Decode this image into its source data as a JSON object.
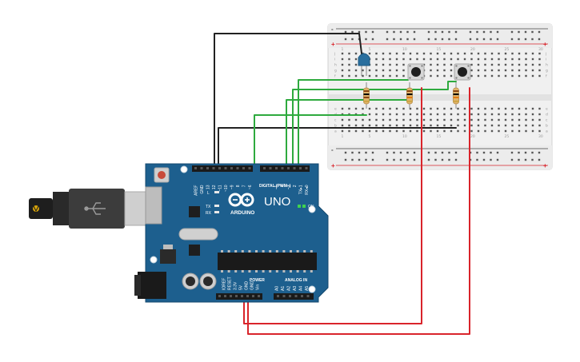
{
  "board": {
    "logo_text": "ARDUINO",
    "model": "UNO",
    "digital_header": "DIGITAL (PWM~)",
    "power_header": "POWER",
    "analog_header": "ANALOG IN",
    "on_label": "ON",
    "l_label": "L",
    "tx_label": "TX",
    "rx_label": "RX",
    "top_pins": [
      "AREF",
      "GND",
      "13",
      "12",
      "~11",
      "~10",
      "~9",
      "8",
      "7",
      "~6",
      "~5",
      "4",
      "~3",
      "2",
      "TX▸1",
      "RX◂0"
    ],
    "power_pins": [
      "IOREF",
      "RESET",
      "3.3V",
      "5V",
      "GND",
      "GND",
      "Vin"
    ],
    "analog_pins": [
      "A0",
      "A1",
      "A2",
      "A3",
      "A4",
      "A5"
    ]
  },
  "breadboard": {
    "columns": 30,
    "column_labels": [
      "1",
      "5",
      "10",
      "15",
      "20",
      "25",
      "30"
    ],
    "row_labels_top": [
      "j",
      "i",
      "h",
      "g",
      "f"
    ],
    "row_labels_bottom": [
      "e",
      "d",
      "c",
      "b",
      "a"
    ],
    "rail_plus": "+",
    "rail_minus": "-"
  },
  "colors": {
    "board": "#1d5f8e",
    "breadboard": "#efefef",
    "wire_black": "#222222",
    "wire_green": "#2eaa3e",
    "wire_red": "#d9242b",
    "led": "#2a6f9e"
  },
  "components": [
    "led",
    "resistor",
    "resistor",
    "resistor",
    "pushbutton",
    "pushbutton"
  ]
}
